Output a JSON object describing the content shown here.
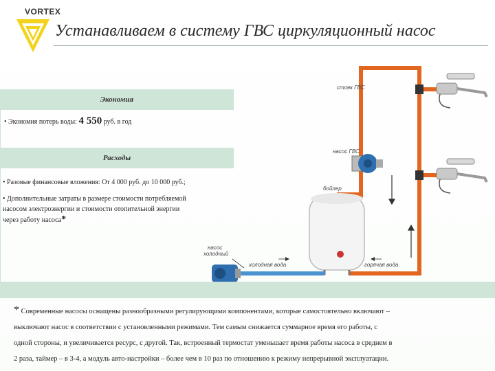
{
  "logo": {
    "text": "VORTEX"
  },
  "title": "Устанавливаем в систему ГВС циркуляционный насос",
  "economy": {
    "header": "Экономия",
    "line_prefix": "• Экономия потерь воды:",
    "amount": "4 550",
    "line_suffix": "руб. в год"
  },
  "expenses": {
    "header": "Расходы",
    "item1": "• Разовые финансовые вложения: От 4 000 руб.  до 10 000 руб.;",
    "item2_line1": "• Дополнительные затраты в размере стоимости потребляемой",
    "item2_line2": "насосом электроэнергии и стоимости отопительной энергии",
    "item2_line3": "через работу насоса",
    "item2_star": "*"
  },
  "diagram": {
    "label_riser": "стояк ГВС",
    "label_pump_hw": "насос ГВС",
    "label_boiler": "бойлер",
    "label_pump_cold_1": "насос",
    "label_pump_cold_2": "холодный",
    "label_cold_water": "холодная вода",
    "label_hot_water": "горячая вода",
    "colors": {
      "hot_pipe": "#e2661f",
      "cold_pipe": "#4a93d0",
      "pump_blue": "#2f6fb0",
      "boiler": "#f4f4f4"
    }
  },
  "footnote": {
    "star": "*",
    "line1": "Современные насосы оснащены разнообразными регулирующими компонентами, которые самостоятельно включают –",
    "line2": "выключают насос в соответствии с установленными режимами. Тем самым снижается суммарное время его работы, с",
    "line3": "одной стороны, и увеличивается ресурс, с другой. Так, встроенный термостат уменьшает время работы насоса в среднем в",
    "line4": "2 раза, таймер – в 3-4, а модуль авто-настройки – более чем в 10 раз по отношению к режиму непрерывной эксплуатации."
  }
}
